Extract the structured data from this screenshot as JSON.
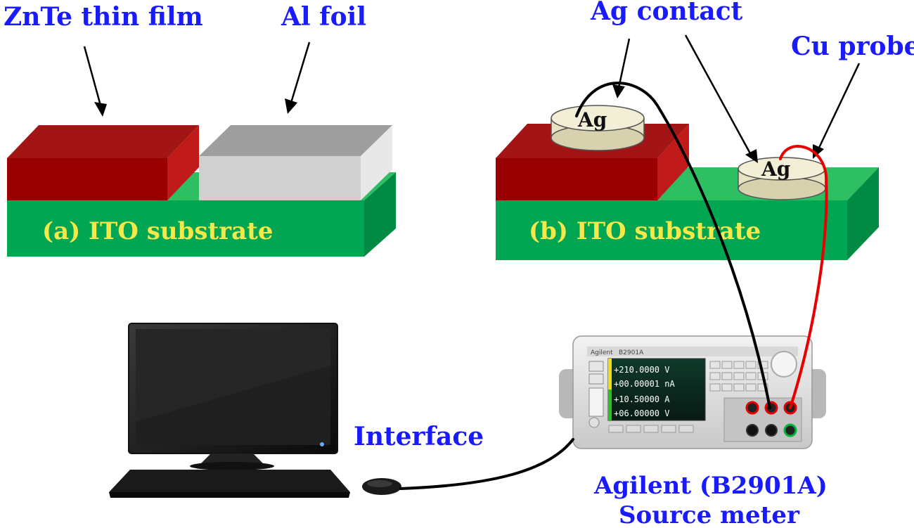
{
  "labels": {
    "znte_film": "ZnTe thin film",
    "al_foil": "Al foil",
    "ag_contact": "Ag contact",
    "cu_probe": "Cu probe",
    "substrate_a": "(a) ITO substrate",
    "substrate_b": "(b) ITO substrate",
    "ag_1": "Ag",
    "ag_2": "Ag",
    "interface": "Interface",
    "meter_line1": "Agilent (B2901A)",
    "meter_line2": "Source meter"
  },
  "meter_screen": {
    "brand": "Agilent",
    "model": "B2901A",
    "rows": [
      "+210.0000 V",
      "+00.00001 nA",
      "+10.50000 A",
      "+06.00000 V"
    ]
  },
  "colors": {
    "znte": "#9b0000",
    "al": "#c8c8c8",
    "ito": "#00a651",
    "ag_disk": "#f0ebcf",
    "label_blue": "#1a1aff",
    "label_yellow": "#f5e84a",
    "wire_black": "#000000",
    "wire_red": "#e60000"
  }
}
